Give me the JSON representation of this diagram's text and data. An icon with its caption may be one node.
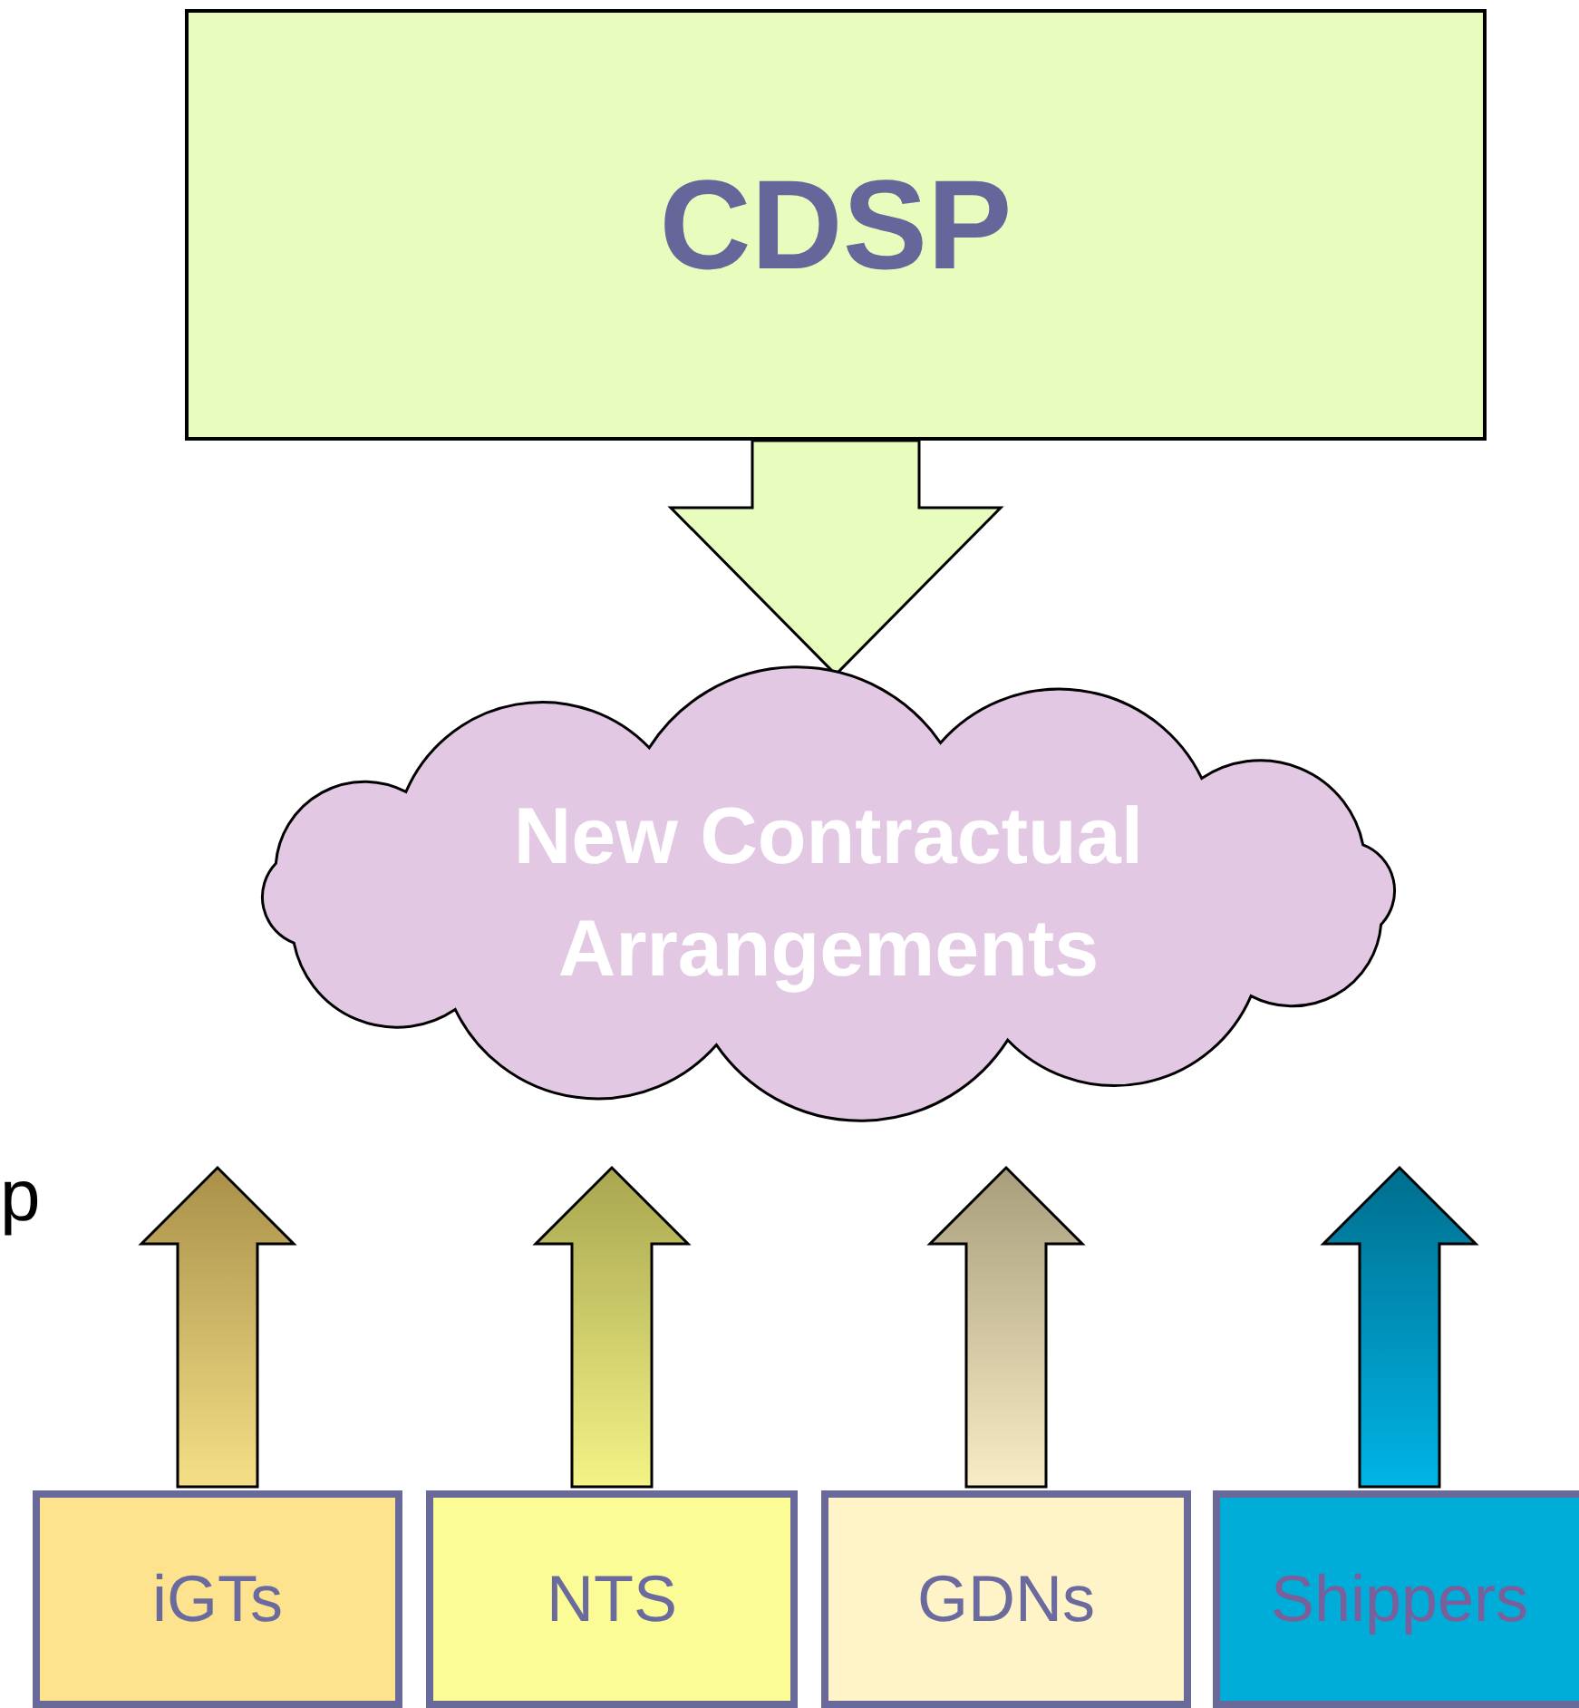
{
  "diagram": {
    "nodes": [
      {
        "text": [
          "CDSP"
        ]
      },
      {
        "text": [
          "New Contractual Arrangements"
        ]
      },
      {
        "text": [
          "iGTs"
        ]
      },
      {
        "text": [
          "NTS"
        ]
      },
      {
        "text": [
          "GDNs"
        ]
      },
      {
        "text": [
          "Shippers"
        ]
      }
    ],
    "edges": [
      {
        "from": 0,
        "to": 1,
        "arrow": "to",
        "color": "#e8fdbd"
      },
      {
        "from": 2,
        "to": 1,
        "arrow": "to",
        "color": "#f5df86"
      },
      {
        "from": 3,
        "to": 1,
        "arrow": "to",
        "color": "#f3f386"
      },
      {
        "from": 4,
        "to": 1,
        "arrow": "to",
        "color": "#f7ecc4"
      },
      {
        "from": 5,
        "to": 1,
        "arrow": "to",
        "color": "#00b4e6"
      }
    ],
    "labels": [
      "p"
    ]
  }
}
